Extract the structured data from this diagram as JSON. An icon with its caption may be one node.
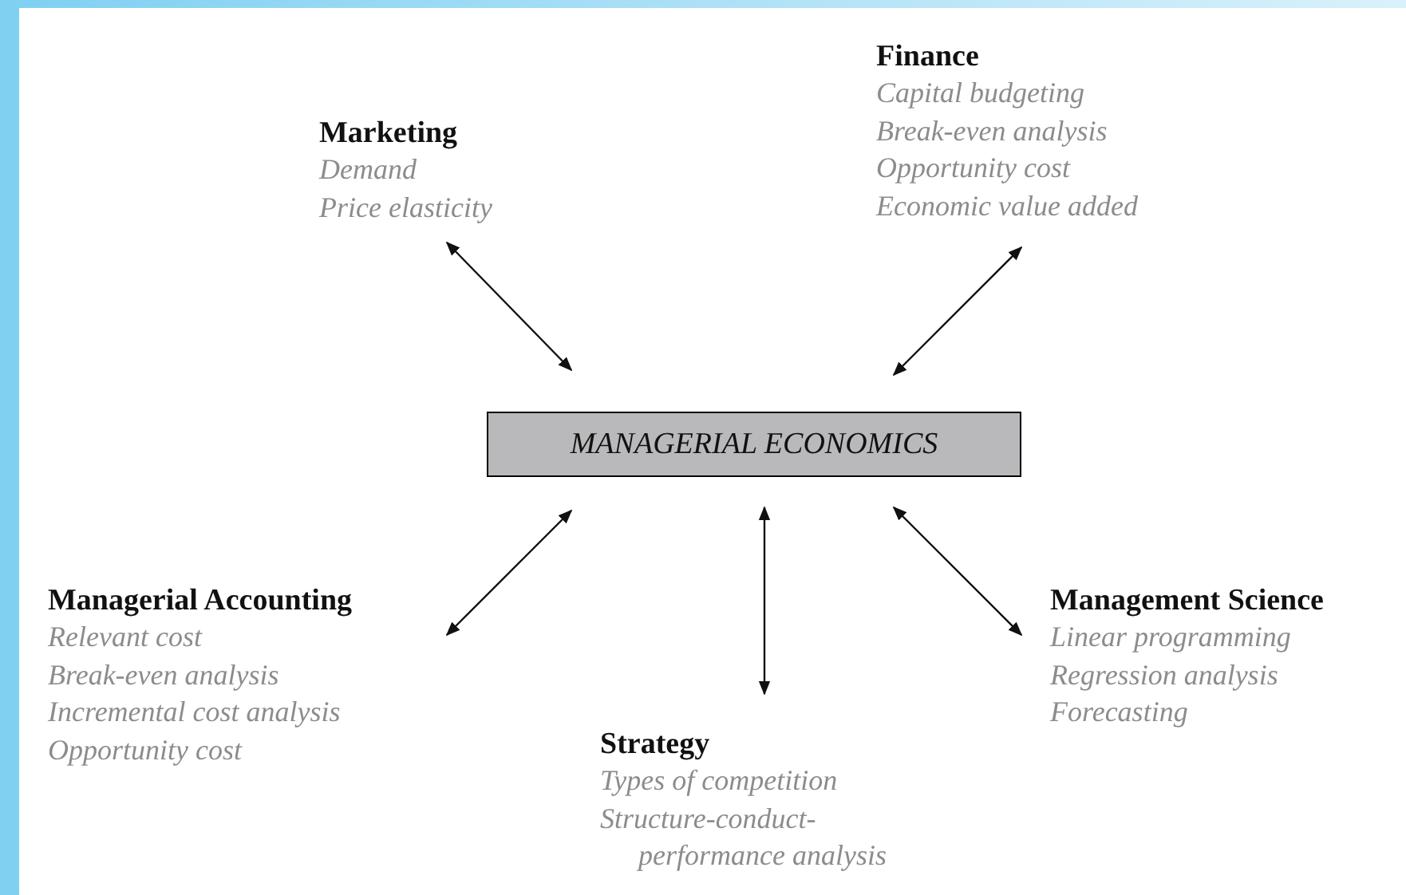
{
  "diagram": {
    "nodes": [
      {
        "text": [
          "MANAGERIAL ECONOMICS"
        ]
      },
      {
        "text": [
          "Marketing",
          "Demand",
          "Price elasticity"
        ]
      },
      {
        "text": [
          "Finance",
          "Capital budgeting",
          "Break-even analysis",
          "Opportunity cost",
          "Economic value added"
        ]
      },
      {
        "text": [
          "Managerial Accounting",
          "Relevant cost",
          "Break-even analysis",
          "Incremental cost analysis",
          "Opportunity cost"
        ]
      },
      {
        "text": [
          "Strategy",
          "Types of competition",
          "Structure-conduct-performance analysis"
        ]
      },
      {
        "text": [
          "Management Science",
          "Linear programming",
          "Regression analysis",
          "Forecasting"
        ]
      }
    ],
    "edges": [
      {
        "from": 0,
        "to": 1,
        "arrow": "both"
      },
      {
        "from": 0,
        "to": 2,
        "arrow": "both"
      },
      {
        "from": 0,
        "to": 3,
        "arrow": "both"
      },
      {
        "from": 0,
        "to": 4,
        "arrow": "both"
      },
      {
        "from": 0,
        "to": 5,
        "arrow": "both"
      }
    ]
  }
}
